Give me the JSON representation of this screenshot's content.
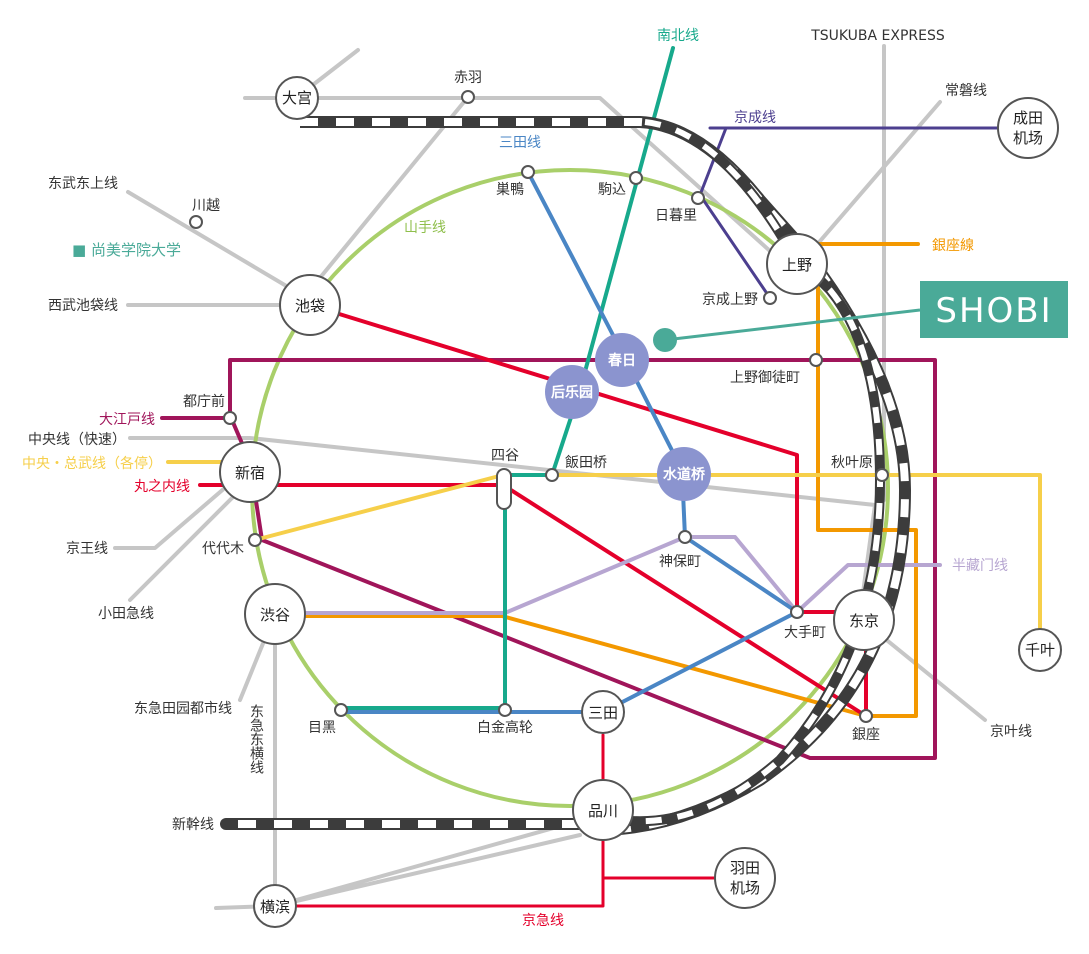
{
  "colors": {
    "yamanote": "#a9cf6a",
    "marunouchi": "#e4002b",
    "oedo": "#a0155a",
    "ginza": "#f39800",
    "hanzomon": "#b7a6d1",
    "nanboku": "#17a98c",
    "mita": "#4a86c5",
    "chuo": "#f6cf4a",
    "keisei": "#4c3f8f",
    "jr_gray": "#c6c6c6",
    "bubble": "#8b94cf",
    "shobi": "#4aaa98",
    "shinkansen": "#3c3c3c"
  },
  "stations": {
    "omiya": "大宫",
    "akabane": "赤羽",
    "kawagoe": "川越",
    "ikebukuro": "池袋",
    "sugamo": "巣鴨",
    "komagome": "駒込",
    "nippori": "日暮里",
    "ueno": "上野",
    "keisei_ueno": "京成上野",
    "ueno_okachimachi": "上野御徒町",
    "kasuga": "春日",
    "korakuen": "后乐园",
    "suidobashi": "水道桥",
    "iidabashi": "飯田桥",
    "yotsuya": "四谷",
    "akihabara": "秋叶原",
    "tochomae": "都庁前",
    "shinjuku": "新宿",
    "yoyogi": "代代木",
    "jimbocho": "神保町",
    "otemachi": "大手町",
    "tokyo": "东京",
    "shibuya": "渋谷",
    "meguro": "目黑",
    "shirokane": "白金高轮",
    "mita_stn": "三田",
    "ginza_stn": "銀座",
    "shinagawa": "品川",
    "yokohama": "横滨",
    "haneda_1": "羽田",
    "haneda_2": "机场",
    "narita_1": "成田",
    "narita_2": "机场",
    "chiba": "千叶"
  },
  "lines": {
    "nanboku": "南北线",
    "tsukuba": "TSUKUBA EXPRESS",
    "joban": "常磐线",
    "keisei": "京成线",
    "mita": "三田线",
    "tobu_tojo": "东武东上线",
    "yamanote": "山手线",
    "ginza": "銀座線",
    "seibu_ikebukuro": "西武池袋线",
    "oedo": "大江戸线",
    "chuo_rapid": "中央线（快速）",
    "chuo_sobu": "中央・总武线（各停）",
    "marunouchi": "丸之内线",
    "keio": "京王线",
    "odakyu": "小田急线",
    "hanzomon": "半藏门线",
    "keiyo": "京叶线",
    "denentoshi": "东急田园都市线",
    "toyoko": "东急东横线",
    "shinkansen": "新幹线",
    "keikyu": "京急线"
  },
  "school": {
    "legend": "■ 尚美学院大学",
    "badge": "SHOBI"
  }
}
